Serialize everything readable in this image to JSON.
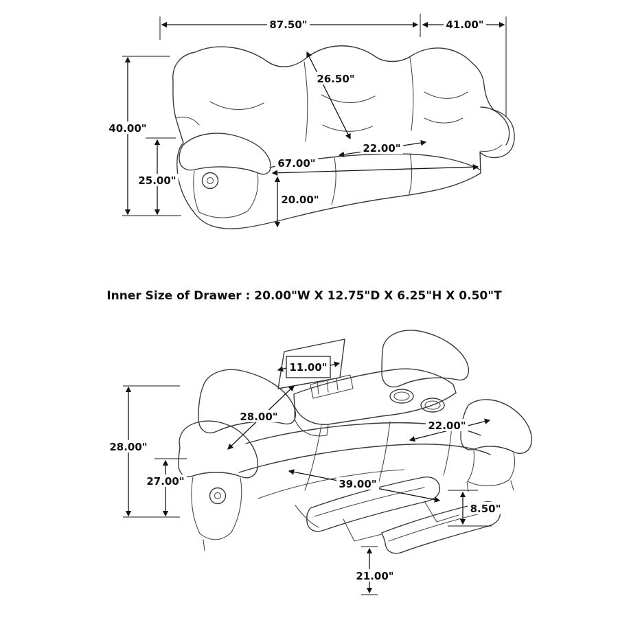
{
  "colors": {
    "art_line": "#3a3a3a",
    "dimension_line": "#141414",
    "label_text": "#0f0f0f",
    "background": "#ffffff"
  },
  "note": {
    "drawer_inner_size": "Inner Size of Drawer : 20.00\"W X 12.75\"D X 6.25\"H X 0.50\"T"
  },
  "top_view": {
    "dims": {
      "overall_width": "87.50\"",
      "depth": "41.00\"",
      "back_cushion": "26.50\"",
      "overall_height": "40.00\"",
      "arm_height": "25.00\"",
      "inner_width": "67.00\"",
      "seat_depth": "22.00\"",
      "seat_height": "20.00\""
    }
  },
  "reclined_view": {
    "dims": {
      "console_width": "11.00\"",
      "backrest": "28.00\"",
      "overall_height": "28.00\"",
      "arm_height": "27.00\"",
      "seat_depth": "22.00\"",
      "recline_length": "39.00\"",
      "footrest_thickness": "8.50\"",
      "footrest_clearance": "21.00\""
    }
  }
}
